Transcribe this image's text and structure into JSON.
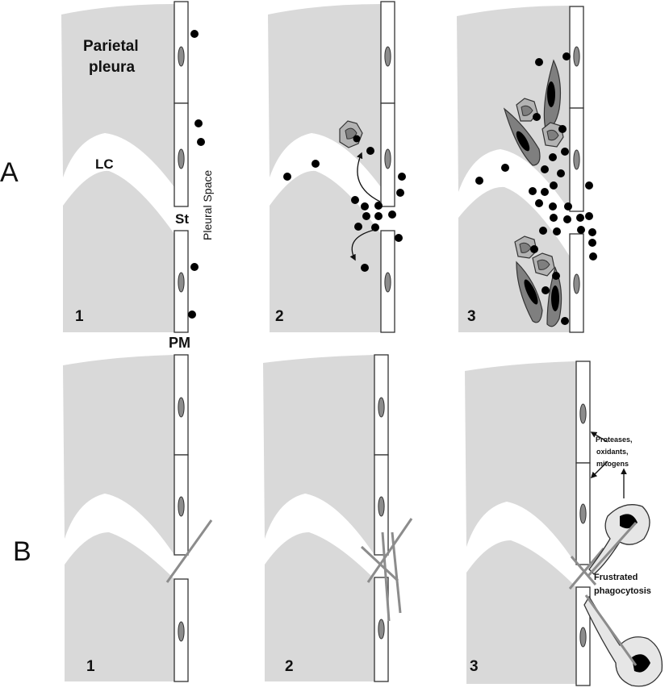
{
  "row_labels": {
    "a": "A",
    "b": "B"
  },
  "labels": {
    "parietal_line1": "Parietal",
    "parietal_line2": "pleura",
    "lc": "LC",
    "st": "St",
    "pleural_space": "Pleural Space",
    "pm": "PM"
  },
  "panels": {
    "a1": "1",
    "a2": "2",
    "a3": "3",
    "b1": "1",
    "b2": "2",
    "b3": "3"
  },
  "annotations": {
    "proteases_1": "Proteases,",
    "proteases_2": "oxidants,",
    "proteases_3": "mitogens",
    "frustrated_1": "Frustrated",
    "frustrated_2": "phagocytosis"
  },
  "colors": {
    "tissue": "#d9d9d9",
    "particle": "#000000",
    "cell_outline": "#333333",
    "nucleus": "#8c8c8c",
    "fibroblast": "#7f7f7f",
    "fiber": "#8c8c8c"
  }
}
